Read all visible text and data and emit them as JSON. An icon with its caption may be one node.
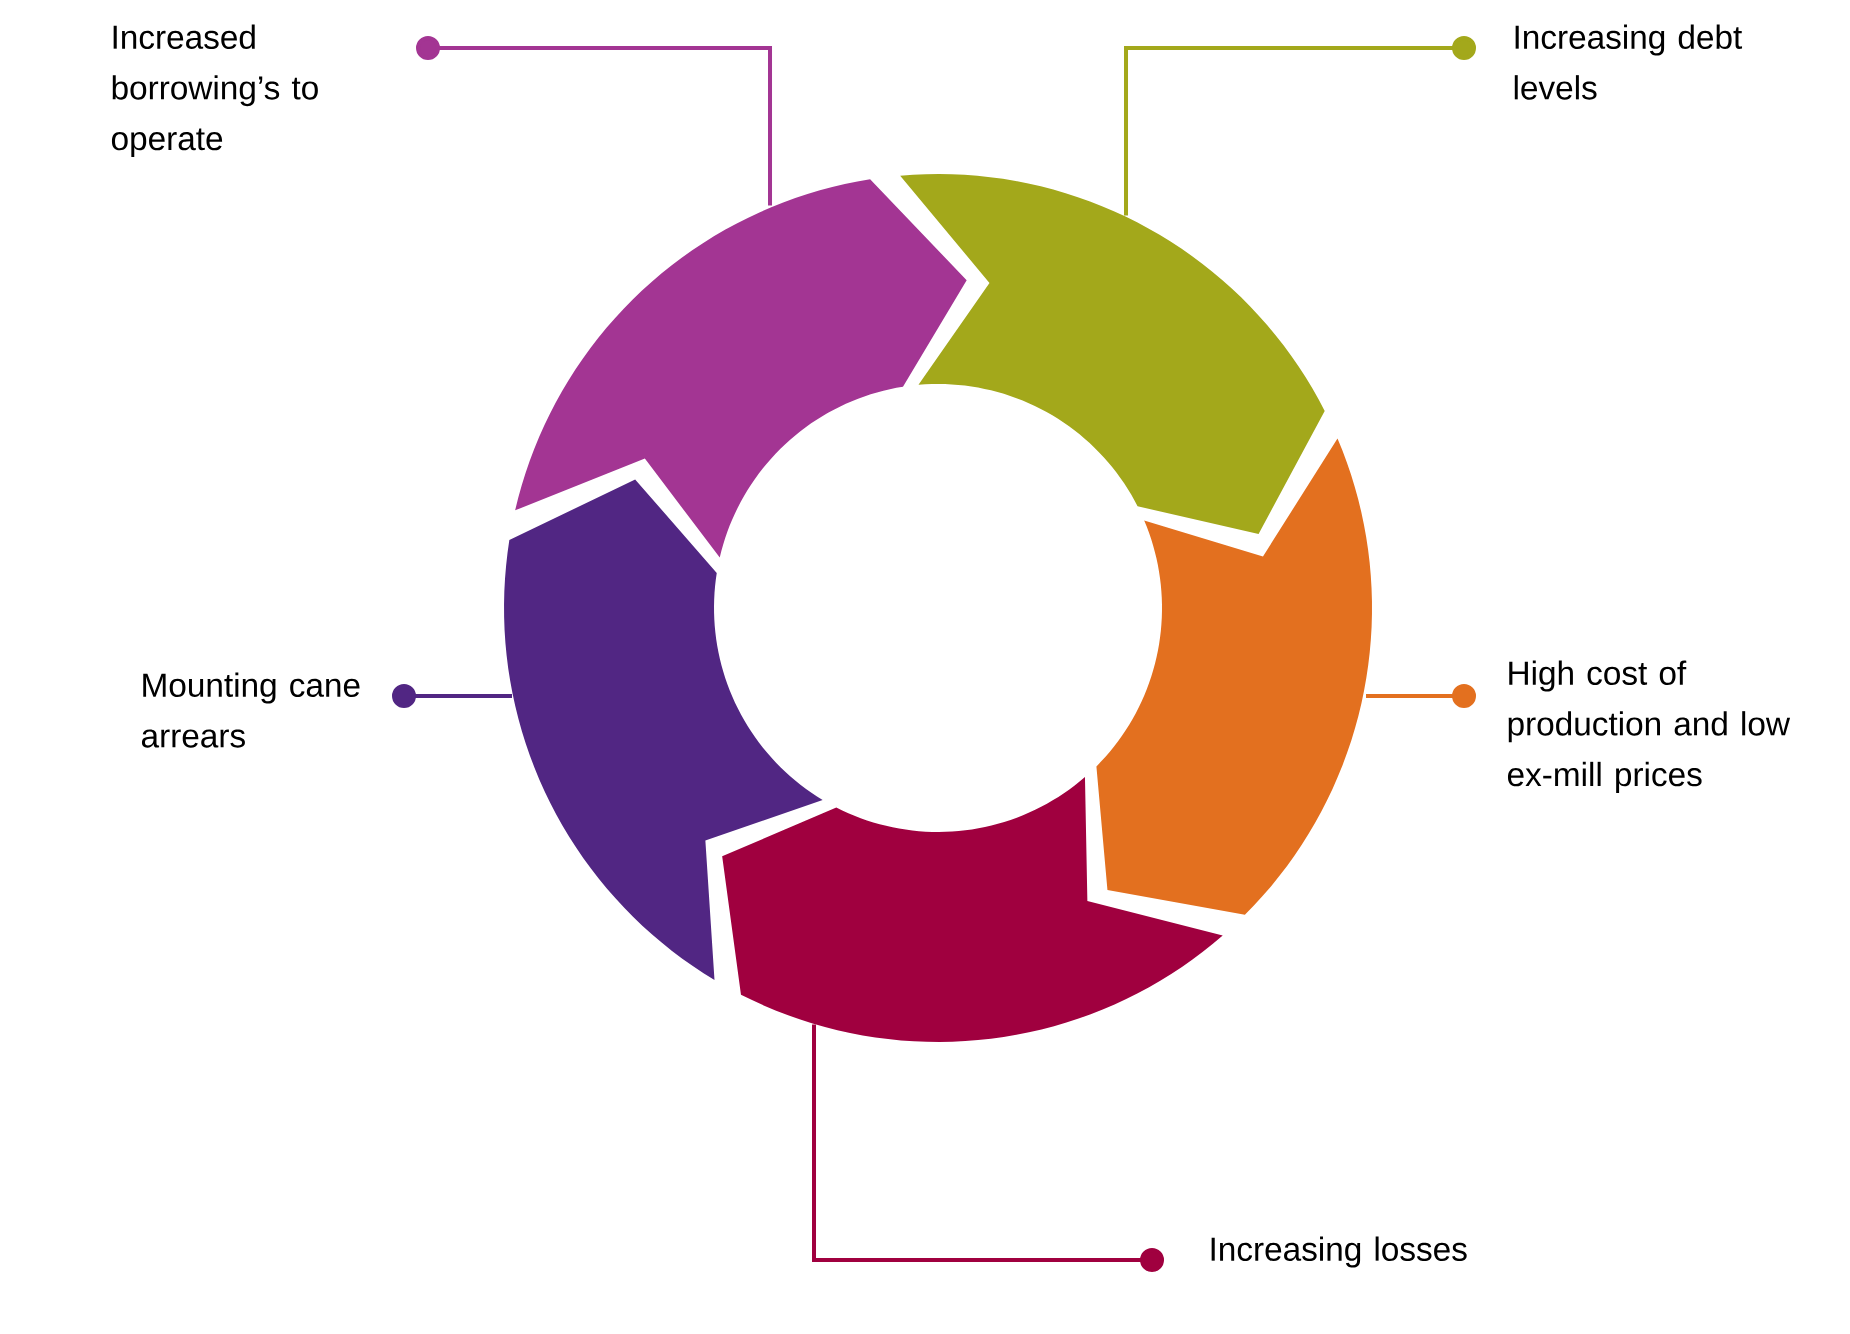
{
  "diagram": {
    "nodes": [
      {
        "text": [
          "Increased borrowing’s to operate"
        ]
      },
      {
        "text": [
          "Increasing debt levels"
        ]
      },
      {
        "text": [
          "Mounting cane arrears"
        ]
      },
      {
        "text": [
          "High cost of production and low ex-mill prices"
        ]
      },
      {
        "text": [
          "Increasing losses"
        ]
      },
      {
        "text": [],
        "shape": "arrow"
      },
      {
        "text": [],
        "shape": "arrow"
      },
      {
        "text": [],
        "shape": "arrow"
      },
      {
        "text": [],
        "shape": "arrow"
      },
      {
        "text": [],
        "shape": "arrow"
      }
    ],
    "edges": [
      {
        "from": 0,
        "to": 5,
        "arrow": "other",
        "color": "#a33593"
      },
      {
        "from": 1,
        "to": 6,
        "arrow": "other",
        "color": "#a3a81b"
      },
      {
        "from": 2,
        "to": 7,
        "arrow": "other",
        "color": "#512683"
      },
      {
        "from": 3,
        "to": 8,
        "arrow": "other",
        "color": "#e3701f"
      },
      {
        "from": 4,
        "to": 9,
        "arrow": "other",
        "color": "#a0003f"
      }
    ]
  }
}
